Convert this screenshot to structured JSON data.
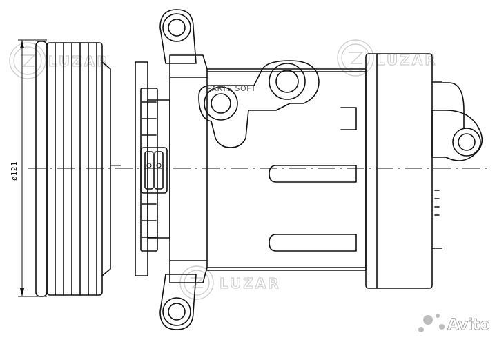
{
  "diagram": {
    "dimension_label": "ø121",
    "watermark_brand": "LUZAR",
    "overlay_text": "PARTS SOFT",
    "site_watermark": "Avito"
  }
}
